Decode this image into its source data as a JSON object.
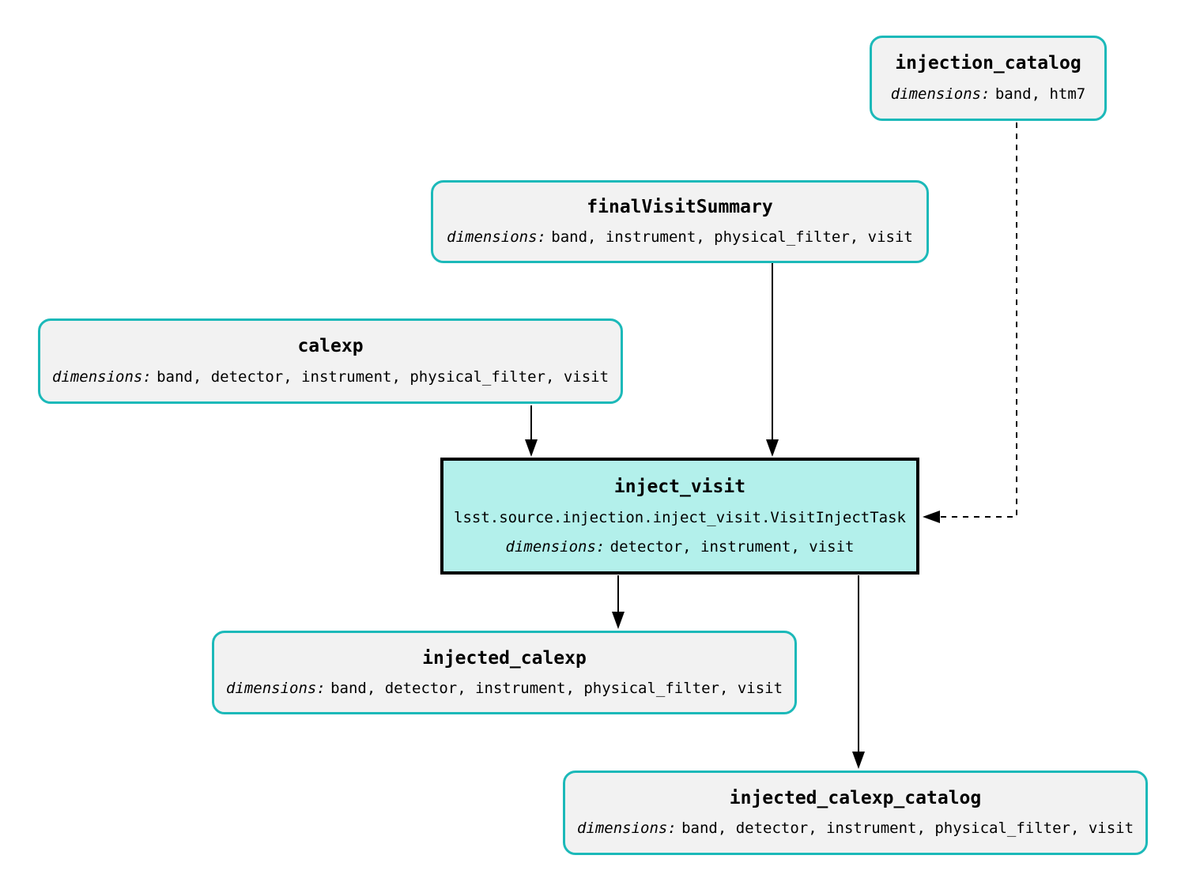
{
  "diagram": {
    "type": "pipeline-task-graph",
    "colors": {
      "background": "#ffffff",
      "dataset_border": "#1cb9b9",
      "dataset_fill": "#f2f2f2",
      "task_border": "#000000",
      "task_fill": "#b3f0eb",
      "edge": "#000000"
    },
    "nodes": [
      {
        "id": "injection_catalog",
        "kind": "dataset",
        "title": "injection_catalog",
        "dims_label": "dimensions:",
        "dims": "band, htm7"
      },
      {
        "id": "finalVisitSummary",
        "kind": "dataset",
        "title": "finalVisitSummary",
        "dims_label": "dimensions:",
        "dims": "band, instrument, physical_filter, visit"
      },
      {
        "id": "calexp",
        "kind": "dataset",
        "title": "calexp",
        "dims_label": "dimensions:",
        "dims": "band, detector, instrument, physical_filter, visit"
      },
      {
        "id": "inject_visit",
        "kind": "task",
        "title": "inject_visit",
        "subtitle": "lsst.source.injection.inject_visit.VisitInjectTask",
        "dims_label": "dimensions:",
        "dims": "detector, instrument, visit"
      },
      {
        "id": "injected_calexp",
        "kind": "dataset",
        "title": "injected_calexp",
        "dims_label": "dimensions:",
        "dims": "band, detector, instrument, physical_filter, visit"
      },
      {
        "id": "injected_calexp_catalog",
        "kind": "dataset",
        "title": "injected_calexp_catalog",
        "dims_label": "dimensions:",
        "dims": "band, detector, instrument, physical_filter, visit"
      }
    ],
    "edges": [
      {
        "from": "calexp",
        "to": "inject_visit",
        "style": "solid"
      },
      {
        "from": "finalVisitSummary",
        "to": "inject_visit",
        "style": "solid"
      },
      {
        "from": "injection_catalog",
        "to": "inject_visit",
        "style": "dashed"
      },
      {
        "from": "inject_visit",
        "to": "injected_calexp",
        "style": "solid"
      },
      {
        "from": "inject_visit",
        "to": "injected_calexp_catalog",
        "style": "solid"
      }
    ]
  }
}
